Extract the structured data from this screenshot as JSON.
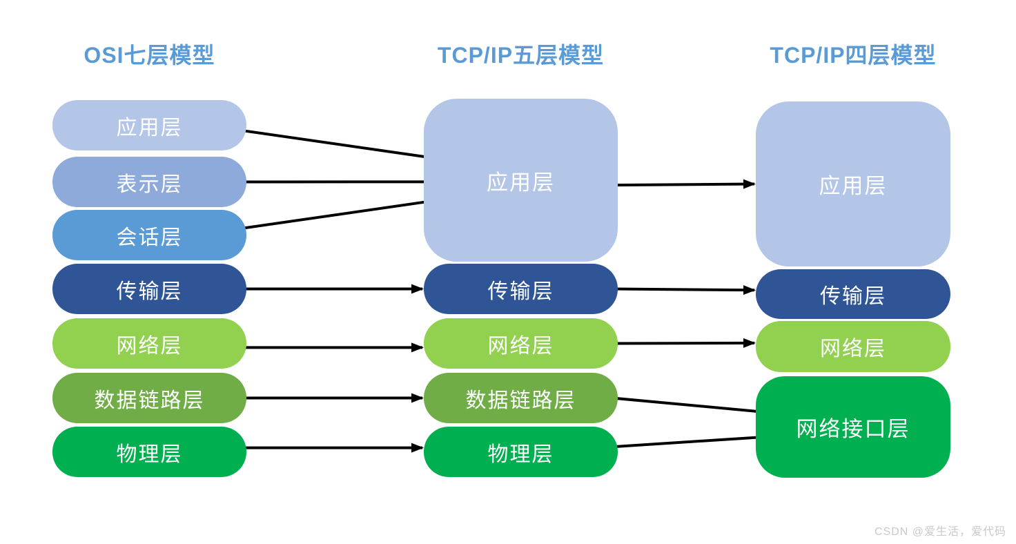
{
  "styles": {
    "title_color": "#5b9bd5",
    "line_color": "#000000",
    "box_text_color": "#ffffff",
    "watermark_color": "#c9c9c9",
    "background": "#ffffff"
  },
  "watermark": {
    "text": "CSDN @爱生活，爱代码"
  },
  "columns": [
    {
      "title": "OSI七层模型",
      "boxes": [
        {
          "id": "osi-application",
          "label": "应用层",
          "color": "#b4c6e7"
        },
        {
          "id": "osi-presentation",
          "label": "表示层",
          "color": "#8eaadb"
        },
        {
          "id": "osi-session",
          "label": "会话层",
          "color": "#5b9bd5"
        },
        {
          "id": "osi-transport",
          "label": "传输层",
          "color": "#2f5597"
        },
        {
          "id": "osi-network",
          "label": "网络层",
          "color": "#92d050"
        },
        {
          "id": "osi-datalink",
          "label": "数据链路层",
          "color": "#70ad47"
        },
        {
          "id": "osi-physical",
          "label": "物理层",
          "color": "#00b050"
        }
      ]
    },
    {
      "title": "TCP/IP五层模型",
      "boxes": [
        {
          "id": "t5-application",
          "label": "应用层",
          "color": "#b4c6e7"
        },
        {
          "id": "t5-transport",
          "label": "传输层",
          "color": "#2f5597"
        },
        {
          "id": "t5-network",
          "label": "网络层",
          "color": "#92d050"
        },
        {
          "id": "t5-datalink",
          "label": "数据链路层",
          "color": "#70ad47"
        },
        {
          "id": "t5-physical",
          "label": "物理层",
          "color": "#00b050"
        }
      ]
    },
    {
      "title": "TCP/IP四层模型",
      "boxes": [
        {
          "id": "t4-application",
          "label": "应用层",
          "color": "#b4c6e7"
        },
        {
          "id": "t4-transport",
          "label": "传输层",
          "color": "#2f5597"
        },
        {
          "id": "t4-network",
          "label": "网络层",
          "color": "#92d050"
        },
        {
          "id": "t4-netif",
          "label": "网络接口层",
          "color": "#00b050"
        }
      ]
    }
  ],
  "connectors": [
    {
      "from": "osi-application",
      "to": "t5-application",
      "arrow": false,
      "fromAnchor": 0.6,
      "toAnchor": 0.36
    },
    {
      "from": "osi-presentation",
      "to": "t5-application",
      "arrow": false,
      "fromAnchor": 0.5,
      "toAnchor": 0.51
    },
    {
      "from": "osi-session",
      "to": "t5-application",
      "arrow": false,
      "fromAnchor": 0.37,
      "toAnchor": 0.63
    },
    {
      "from": "osi-transport",
      "to": "t5-transport",
      "arrow": true
    },
    {
      "from": "osi-network",
      "to": "t5-network",
      "arrow": true,
      "fromAnchor": 0.58,
      "toAnchor": 0.58
    },
    {
      "from": "osi-datalink",
      "to": "t5-datalink",
      "arrow": true
    },
    {
      "from": "osi-physical",
      "to": "t5-physical",
      "arrow": true,
      "fromAnchor": 0.42,
      "toAnchor": 0.42
    },
    {
      "from": "t5-application",
      "to": "t4-application",
      "arrow": true,
      "fromAnchor": 0.53,
      "toAnchor": 0.5
    },
    {
      "from": "t5-transport",
      "to": "t4-transport",
      "arrow": true,
      "fromAnchor": 0.5,
      "toAnchor": 0.42
    },
    {
      "from": "t5-network",
      "to": "t4-network",
      "arrow": true,
      "fromAnchor": 0.5,
      "toAnchor": 0.43
    },
    {
      "from": "t5-datalink",
      "to": "t4-netif",
      "arrow": false,
      "fromAnchor": 0.5,
      "toAnchor": 0.35
    },
    {
      "from": "t5-physical",
      "to": "t4-netif",
      "arrow": false,
      "fromAnchor": 0.4,
      "toAnchor": 0.6
    }
  ]
}
